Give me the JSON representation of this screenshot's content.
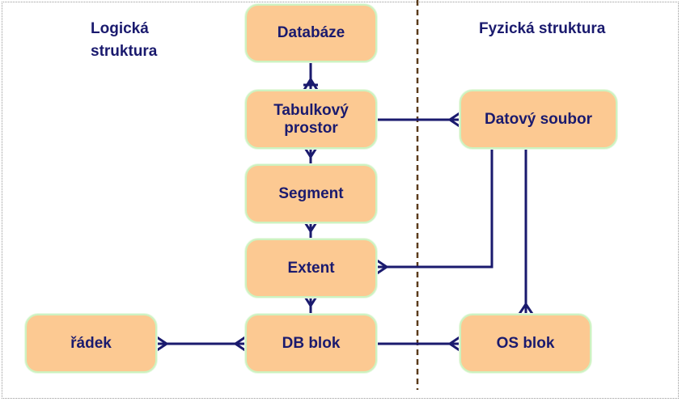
{
  "headings": {
    "logical": "Logická\nstruktura",
    "physical": "Fyzická struktura"
  },
  "nodes": {
    "databaze": "Databáze",
    "tabulkovy_prostor": "Tabulkový\nprostor",
    "segment": "Segment",
    "extent": "Extent",
    "db_blok": "DB blok",
    "radek": "řádek",
    "datovy_soubor": "Datový soubor",
    "os_blok": "OS blok"
  },
  "colors": {
    "node_fill": "#fcc992",
    "node_border": "#cdf2c0",
    "text": "#1a1a6e",
    "line": "#1a1a6e",
    "divider": "#5a3a1a"
  }
}
